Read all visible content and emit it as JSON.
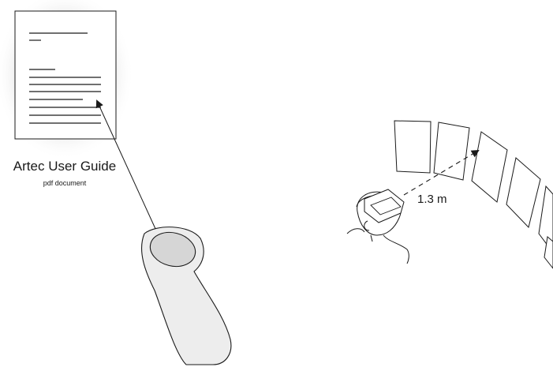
{
  "document": {
    "title": "Artec User Guide",
    "subtitle": "pdf document"
  },
  "vr_view": {
    "distance_label": "1.3 m"
  },
  "icons": {
    "document": "document-page-icon",
    "controller": "vr-controller-icon",
    "headset_user": "vr-headset-user-icon"
  }
}
